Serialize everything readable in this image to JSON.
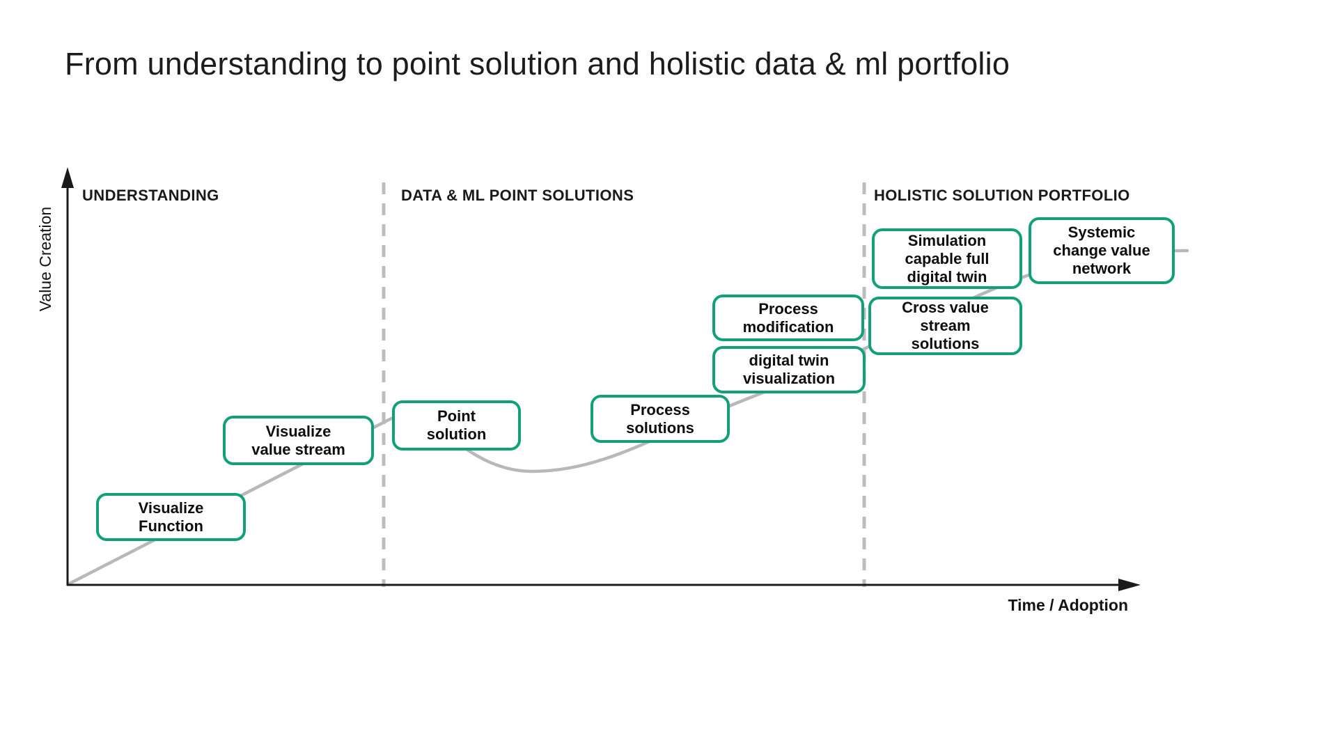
{
  "title": "From understanding to point solution and holistic data & ml portfolio",
  "colors": {
    "accent_green": "#12A078",
    "curve_gray": "#B8B8B8",
    "dashed_divider_gray": "#BDBDBD",
    "axis_black": "#1A1A1A",
    "text_dark": "#0D0D0D",
    "background": "#FFFFFF"
  },
  "chart": {
    "y_axis_label": "Value Creation",
    "x_axis_label": "Time / Adoption",
    "phases": [
      {
        "label": "UNDERSTANDING"
      },
      {
        "label": "DATA & ML POINT SOLUTIONS"
      },
      {
        "label": "HOLISTIC SOLUTION PORTFOLIO"
      }
    ],
    "nodes": [
      {
        "label": "Visualize\nFunction"
      },
      {
        "label": "Visualize\nvalue stream"
      },
      {
        "label": "Point\nsolution"
      },
      {
        "label": "Process\nsolutions"
      },
      {
        "label": "digital twin\nvisualization"
      },
      {
        "label": "Process\nmodification"
      },
      {
        "label": "Cross value\nstream\nsolutions"
      },
      {
        "label": "Simulation\ncapable full\ndigital twin"
      },
      {
        "label": "Systemic\nchange value\nnetwork"
      }
    ]
  }
}
